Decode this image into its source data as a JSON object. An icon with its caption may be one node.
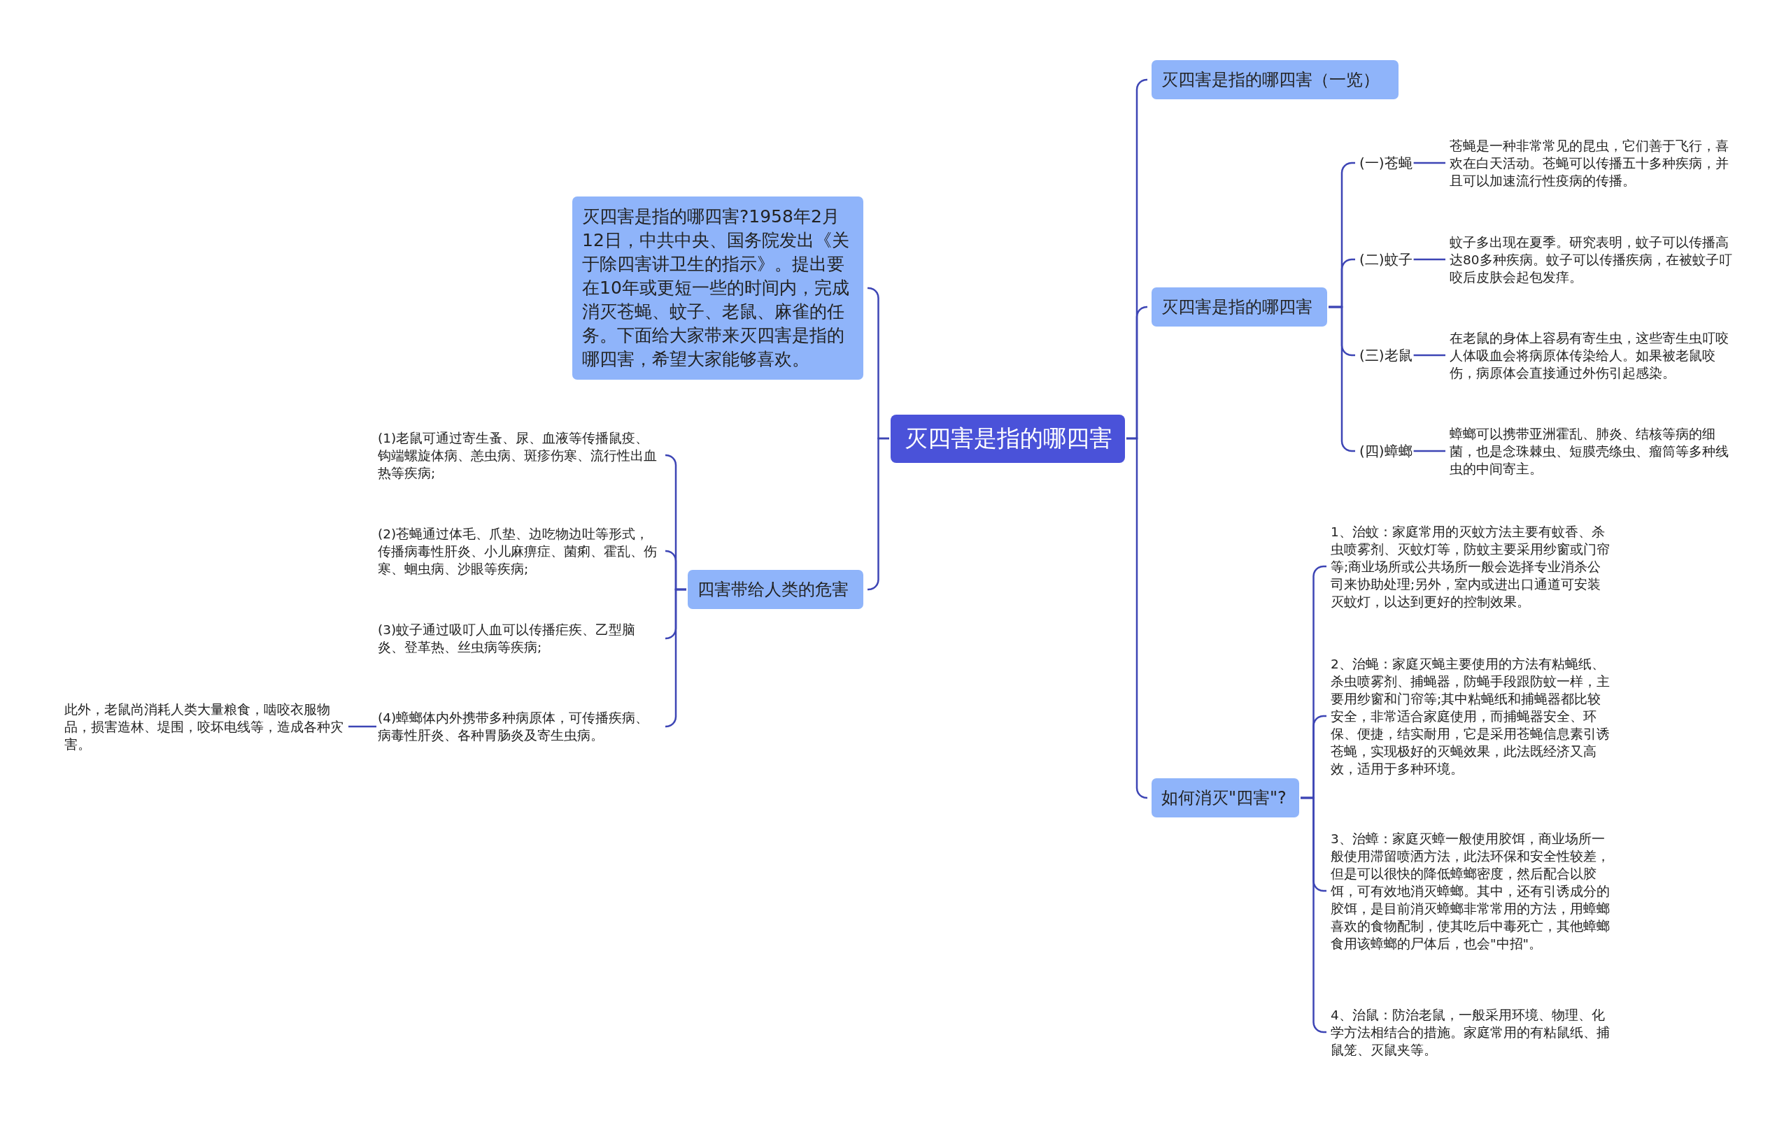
{
  "diagram": {
    "nodes": [
      {
        "text": [
          "灭四害是指的哪四害"
        ]
      },
      {
        "text": [
          "灭四害是指的哪四害?1958年2月12日，中共中央、国务院发出《关于除四害讲卫生的指示》。提出要在10年或更短一些的时间内，完成消灭苍蝇、蚊子、老鼠、麻雀的任务。下面给大家带来灭四害是指的哪四害，希望大家能够喜欢。"
        ]
      },
      {
        "text": [
          "四害带给人类的危害"
        ]
      },
      {
        "text": [
          "(1)老鼠可通过寄生蚤、尿、血液等传播鼠疫、钩端螺旋体病、恙虫病、斑疹伤寒、流行性出血热等疾病;"
        ]
      },
      {
        "text": [
          "(2)苍蝇通过体毛、爪垫、边吃物边吐等形式，传播病毒性肝炎、小儿麻痹症、菌痢、霍乱、伤寒、蛔虫病、沙眼等疾病;"
        ]
      },
      {
        "text": [
          "(3)蚊子通过吸叮人血可以传播疟疾、乙型脑炎、登革热、丝虫病等疾病;"
        ]
      },
      {
        "text": [
          "(4)蟑螂体内外携带多种病原体，可传播疾病、病毒性肝炎、各种胃肠炎及寄生虫病。"
        ]
      },
      {
        "text": [
          "此外，老鼠尚消耗人类大量粮食，啮咬衣服物品，损害造林、堤围，咬坏电线等，造成各种灾害。"
        ]
      },
      {
        "text": [
          "灭四害是指的哪四害（一览）"
        ]
      },
      {
        "text": [
          "灭四害是指的哪四害"
        ]
      },
      {
        "text": [
          "(一)苍蝇"
        ]
      },
      {
        "text": [
          "苍蝇是一种非常常见的昆虫，它们善于飞行，喜欢在白天活动。苍蝇可以传播五十多种疾病，并且可以加速流行性疫病的传播。"
        ]
      },
      {
        "text": [
          "(二)蚊子"
        ]
      },
      {
        "text": [
          "蚊子多出现在夏季。研究表明，蚊子可以传播高达80多种疾病。蚊子可以传播疾病，在被蚊子叮咬后皮肤会起包发痒。"
        ]
      },
      {
        "text": [
          "(三)老鼠"
        ]
      },
      {
        "text": [
          "在老鼠的身体上容易有寄生虫，这些寄生虫叮咬人体吸血会将病原体传染给人。如果被老鼠咬伤，病原体会直接通过外伤引起感染。"
        ]
      },
      {
        "text": [
          "(四)蟑螂"
        ]
      },
      {
        "text": [
          "蟑螂可以携带亚洲霍乱、肺炎、结核等病的细菌，也是念珠棘虫、短膜壳绦虫、瘤筒等多种线虫的中间寄主。"
        ]
      },
      {
        "text": [
          "如何消灭\"四害\"?"
        ]
      },
      {
        "text": [
          "1、治蚊：家庭常用的灭蚊方法主要有蚊香、杀虫喷雾剂、灭蚊灯等，防蚊主要采用纱窗或门帘等;商业场所或公共场所一般会选择专业消杀公司来协助处理;另外，室内或进出口通道可安装灭蚊灯，以达到更好的控制效果。"
        ]
      },
      {
        "text": [
          "2、治蝇：家庭灭蝇主要使用的方法有粘蝇纸、杀虫喷雾剂、捕蝇器，防蝇手段跟防蚊一样，主要用纱窗和门帘等;其中粘蝇纸和捕蝇器都比较安全，非常适合家庭使用，而捕蝇器安全、环保、便捷，结实耐用，它是采用苍蝇信息素引诱苍蝇，实现极好的灭蝇效果，此法既经济又高效，适用于多种环境。"
        ]
      },
      {
        "text": [
          "3、治蟑：家庭灭蟑一般使用胶饵，商业场所一般使用滞留喷洒方法，此法环保和安全性较差，但是可以很快的降低蟑螂密度，然后配合以胶饵，可有效地消灭蟑螂。其中，还有引诱成分的胶饵，是目前消灭蟑螂非常常用的方法，用蟑螂喜欢的食物配制，使其吃后中毒死亡，其他蟑螂食用该蟑螂的尸体后，也会\"中招\"。"
        ]
      },
      {
        "text": [
          "4、治鼠：防治老鼠，一般采用环境、物理、化学方法相结合的措施。家庭常用的有粘鼠纸、捕鼠笼、灭鼠夹等。"
        ]
      }
    ],
    "edges": [
      {
        "from": 0,
        "to": 1,
        "arrow": "none"
      },
      {
        "from": 0,
        "to": 2,
        "arrow": "none"
      },
      {
        "from": 2,
        "to": 3,
        "arrow": "none"
      },
      {
        "from": 2,
        "to": 4,
        "arrow": "none"
      },
      {
        "from": 2,
        "to": 5,
        "arrow": "none"
      },
      {
        "from": 2,
        "to": 6,
        "arrow": "none"
      },
      {
        "from": 6,
        "to": 7,
        "arrow": "none"
      },
      {
        "from": 0,
        "to": 8,
        "arrow": "none"
      },
      {
        "from": 0,
        "to": 9,
        "arrow": "none"
      },
      {
        "from": 9,
        "to": 10,
        "arrow": "none"
      },
      {
        "from": 10,
        "to": 11,
        "arrow": "none"
      },
      {
        "from": 9,
        "to": 12,
        "arrow": "none"
      },
      {
        "from": 12,
        "to": 13,
        "arrow": "none"
      },
      {
        "from": 9,
        "to": 14,
        "arrow": "none"
      },
      {
        "from": 14,
        "to": 15,
        "arrow": "none"
      },
      {
        "from": 9,
        "to": 16,
        "arrow": "none"
      },
      {
        "from": 16,
        "to": 17,
        "arrow": "none"
      },
      {
        "from": 0,
        "to": 18,
        "arrow": "none"
      },
      {
        "from": 18,
        "to": 19,
        "arrow": "none"
      },
      {
        "from": 18,
        "to": 20,
        "arrow": "none"
      },
      {
        "from": 18,
        "to": 21,
        "arrow": "none"
      },
      {
        "from": 18,
        "to": 22,
        "arrow": "none"
      }
    ]
  }
}
